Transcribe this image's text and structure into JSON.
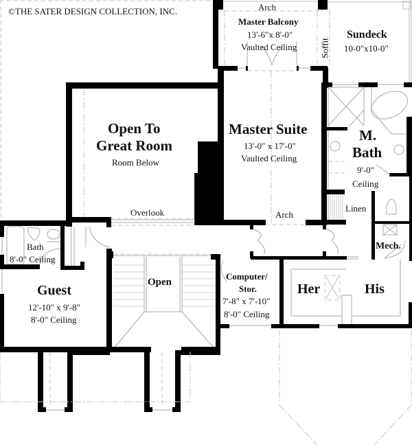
{
  "plan": {
    "copyright": "©THE SATER DESIGN COLLECTION, INC.",
    "wall_color": "#000000",
    "dashed_color": "#c4c4c4",
    "rooms": {
      "master_balcony": {
        "arch_label": "Arch",
        "name": "Master Balcony",
        "size": "13'-6\"x 8'-0\"",
        "ceiling": "Vaulted Ceiling"
      },
      "soffit": {
        "label": "Soffit"
      },
      "sundeck": {
        "name": "Sundeck",
        "size": "10-0\"x10-0\""
      },
      "open_to_great_room": {
        "line1": "Open To",
        "line2": "Great Room",
        "sub": "Room Below",
        "overlook": "Overlook"
      },
      "master_suite": {
        "name": "Master Suite",
        "size": "13'-0\" x 17'-0\"",
        "ceiling": "Vaulted Ceiling",
        "arch_label": "Arch"
      },
      "master_bath": {
        "line1": "M.",
        "line2": "Bath",
        "ceiling1": "9'-0\"",
        "ceiling2": "Ceiling"
      },
      "linen": {
        "label": "Linen"
      },
      "mech": {
        "label": "Mech."
      },
      "bath": {
        "name": "Bath",
        "ceiling": "8'-0\" Ceiling"
      },
      "guest": {
        "name": "Guest",
        "size": "12'-10\" x 9'-8\"",
        "ceiling": "8'-0\" Ceiling"
      },
      "open_stair": {
        "label": "Open"
      },
      "computer_stor": {
        "line1": "Computer/",
        "line2": "Stor.",
        "size": "7'-8\" x 7'-10\"",
        "ceiling": "8'-0\" Ceiling"
      },
      "her_closet": {
        "label": "Her"
      },
      "his_closet": {
        "label": "His"
      }
    }
  }
}
